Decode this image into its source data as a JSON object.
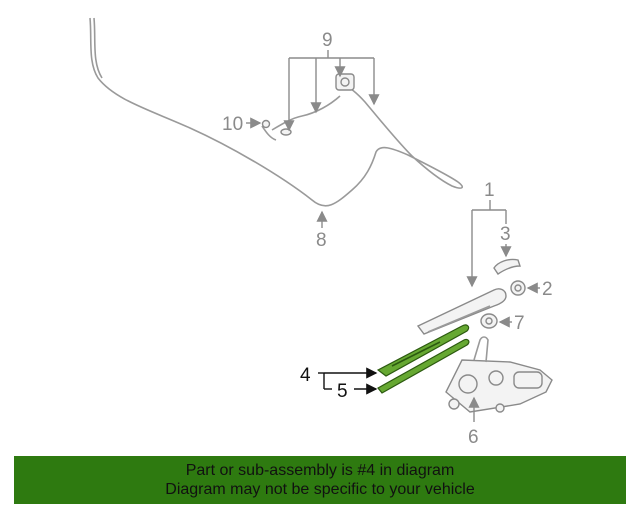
{
  "callouts": {
    "c1": "1",
    "c2": "2",
    "c3": "3",
    "c4": "4",
    "c5": "5",
    "c6": "6",
    "c7": "7",
    "c8": "8",
    "c9": "9",
    "c10": "10"
  },
  "banner": {
    "line1": "Part or sub-assembly is #4 in diagram",
    "line2": "Diagram may not be specific to your vehicle"
  },
  "colors": {
    "highlight": "#66a832",
    "banner_bg": "#2e7a10",
    "line": "#9a9a9a"
  }
}
